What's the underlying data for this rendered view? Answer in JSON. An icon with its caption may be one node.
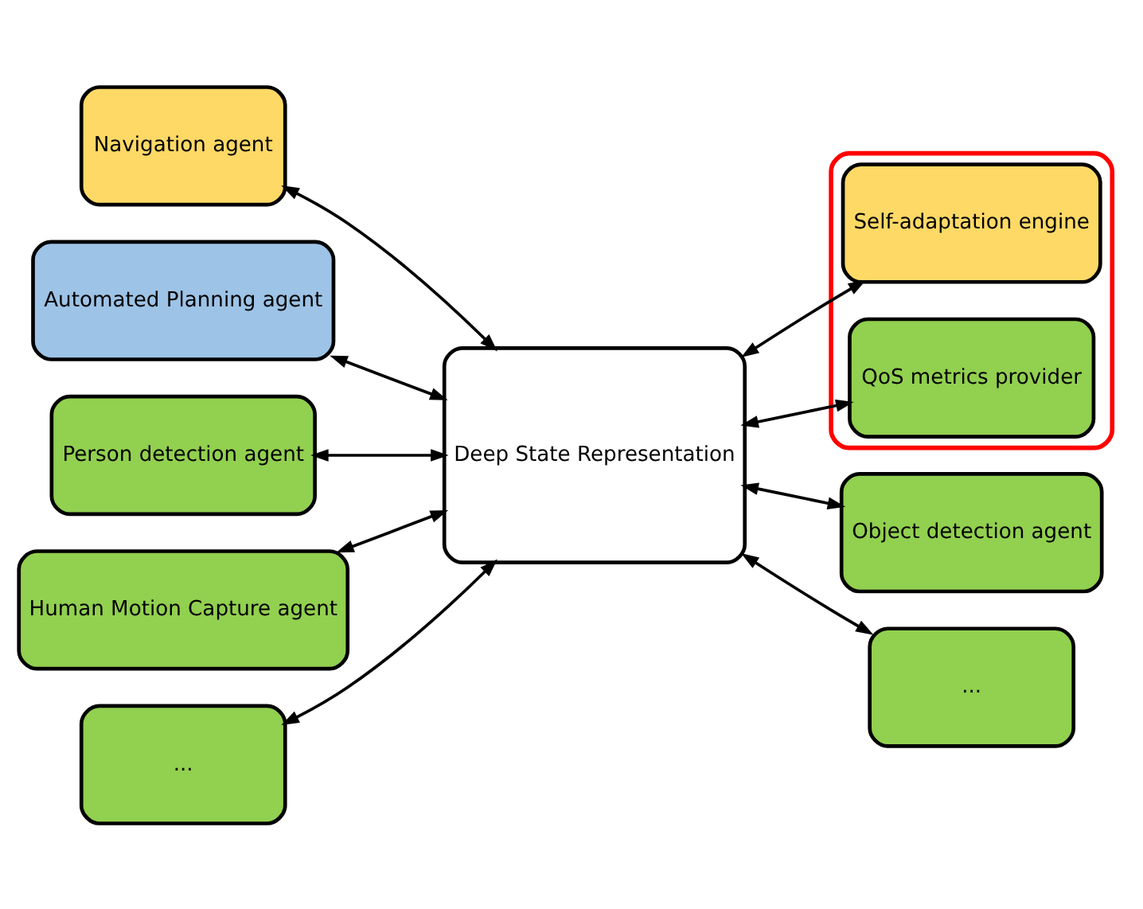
{
  "diagram": {
    "nodes": [
      {
        "text": [
          "Navigation agent"
        ]
      },
      {
        "text": [
          "Automated Planning agent"
        ]
      },
      {
        "text": [],
        "shape": "box"
      },
      {
        "text": [
          "Self-adaptation engine"
        ],
        "in": 2
      },
      {
        "text": [
          "Person detection agent"
        ]
      },
      {
        "text": [
          "QoS metrics provider"
        ],
        "in": 2
      },
      {
        "text": [
          "Deep State Representation"
        ]
      },
      {
        "text": [
          "Human Motion Capture agent"
        ]
      },
      {
        "text": [
          "Object detection agent"
        ]
      },
      {
        "text": [
          "..."
        ]
      },
      {
        "text": [
          "..."
        ]
      }
    ],
    "edges": [
      {
        "from": 0,
        "to": 6,
        "arrow": "both"
      },
      {
        "from": 1,
        "to": 6,
        "arrow": "both"
      },
      {
        "from": 3,
        "to": 6,
        "arrow": "both"
      },
      {
        "from": 4,
        "to": 6,
        "arrow": "both"
      },
      {
        "from": 5,
        "to": 6,
        "arrow": "both"
      },
      {
        "from": 7,
        "to": 6,
        "arrow": "both"
      },
      {
        "from": 8,
        "to": 6,
        "arrow": "both"
      },
      {
        "from": 9,
        "to": 6,
        "arrow": "both"
      },
      {
        "from": 10,
        "to": 6,
        "arrow": "both"
      }
    ]
  }
}
